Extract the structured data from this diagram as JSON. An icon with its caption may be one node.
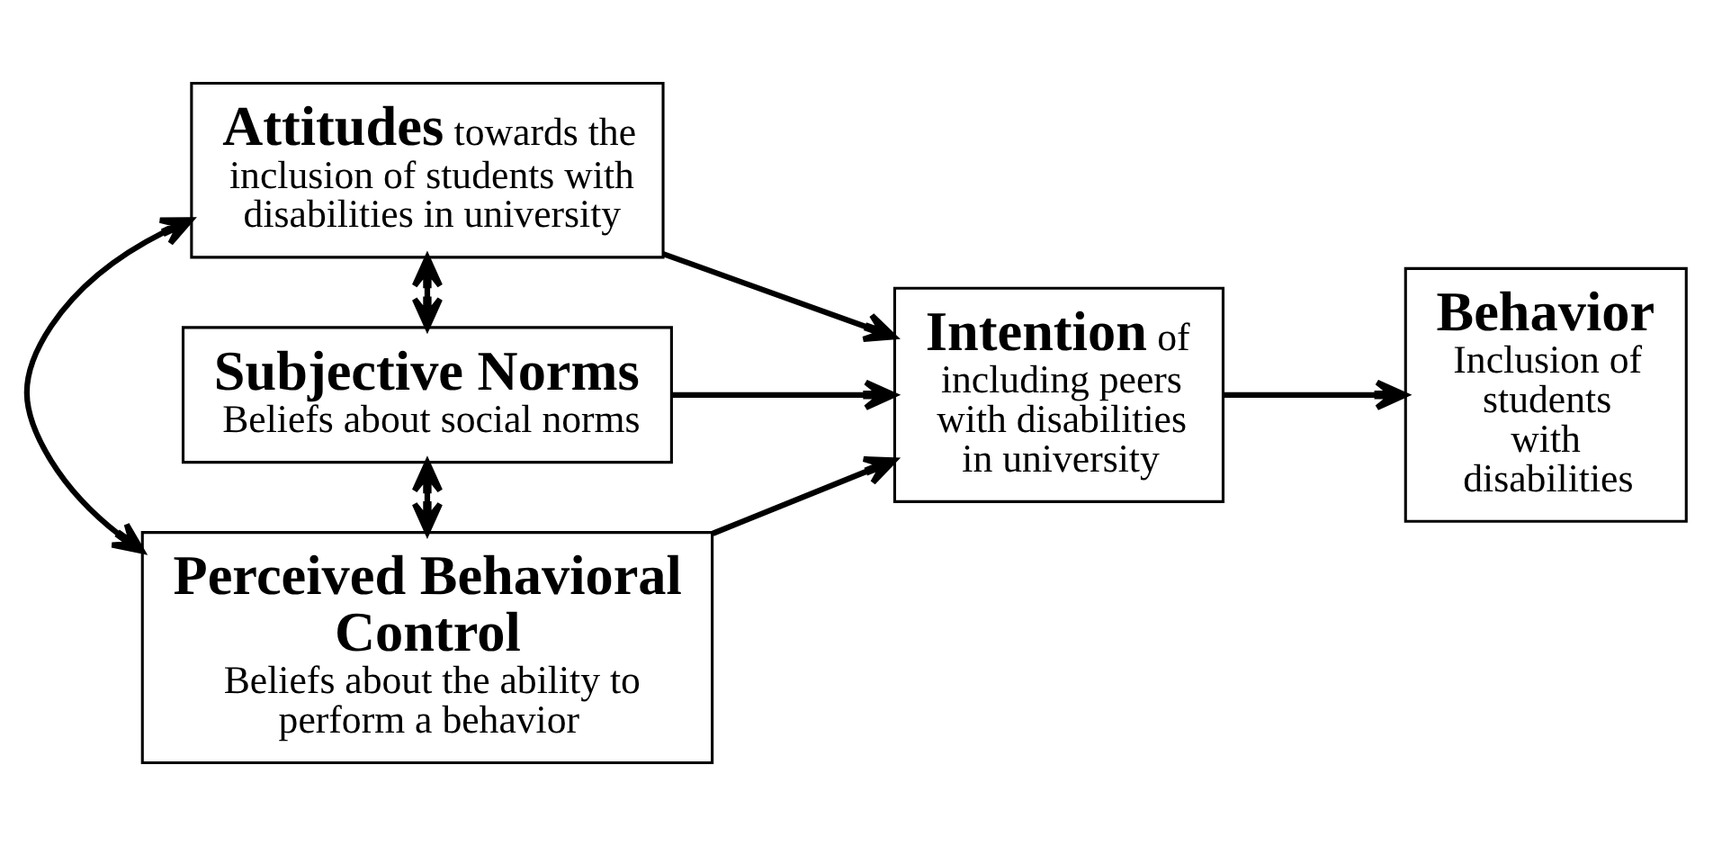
{
  "diagram": {
    "nodes": [
      {
        "text": [
          "**Attitudes** towards the inclusion of students with disabilities in university"
        ]
      },
      {
        "text": [
          "Subjective Norms",
          "Beliefs about social norms"
        ]
      },
      {
        "text": [
          "Perceived Behavioral Control",
          "Beliefs about the ability to perform a behavior"
        ]
      },
      {
        "text": [
          "**Intention** of including peers with disabilities in university"
        ]
      },
      {
        "text": [
          "Behavior",
          "Inclusion of students with disabilities"
        ]
      }
    ],
    "edges": [
      {
        "from": 0,
        "to": 1,
        "arrow": "both"
      },
      {
        "from": 1,
        "to": 2,
        "arrow": "both"
      },
      {
        "from": 0,
        "to": 2,
        "arrow": "both"
      },
      {
        "from": 0,
        "to": 3,
        "arrow": "to"
      },
      {
        "from": 1,
        "to": 3,
        "arrow": "to"
      },
      {
        "from": 2,
        "to": 3,
        "arrow": "to"
      },
      {
        "from": 3,
        "to": 4,
        "arrow": "to"
      }
    ]
  }
}
